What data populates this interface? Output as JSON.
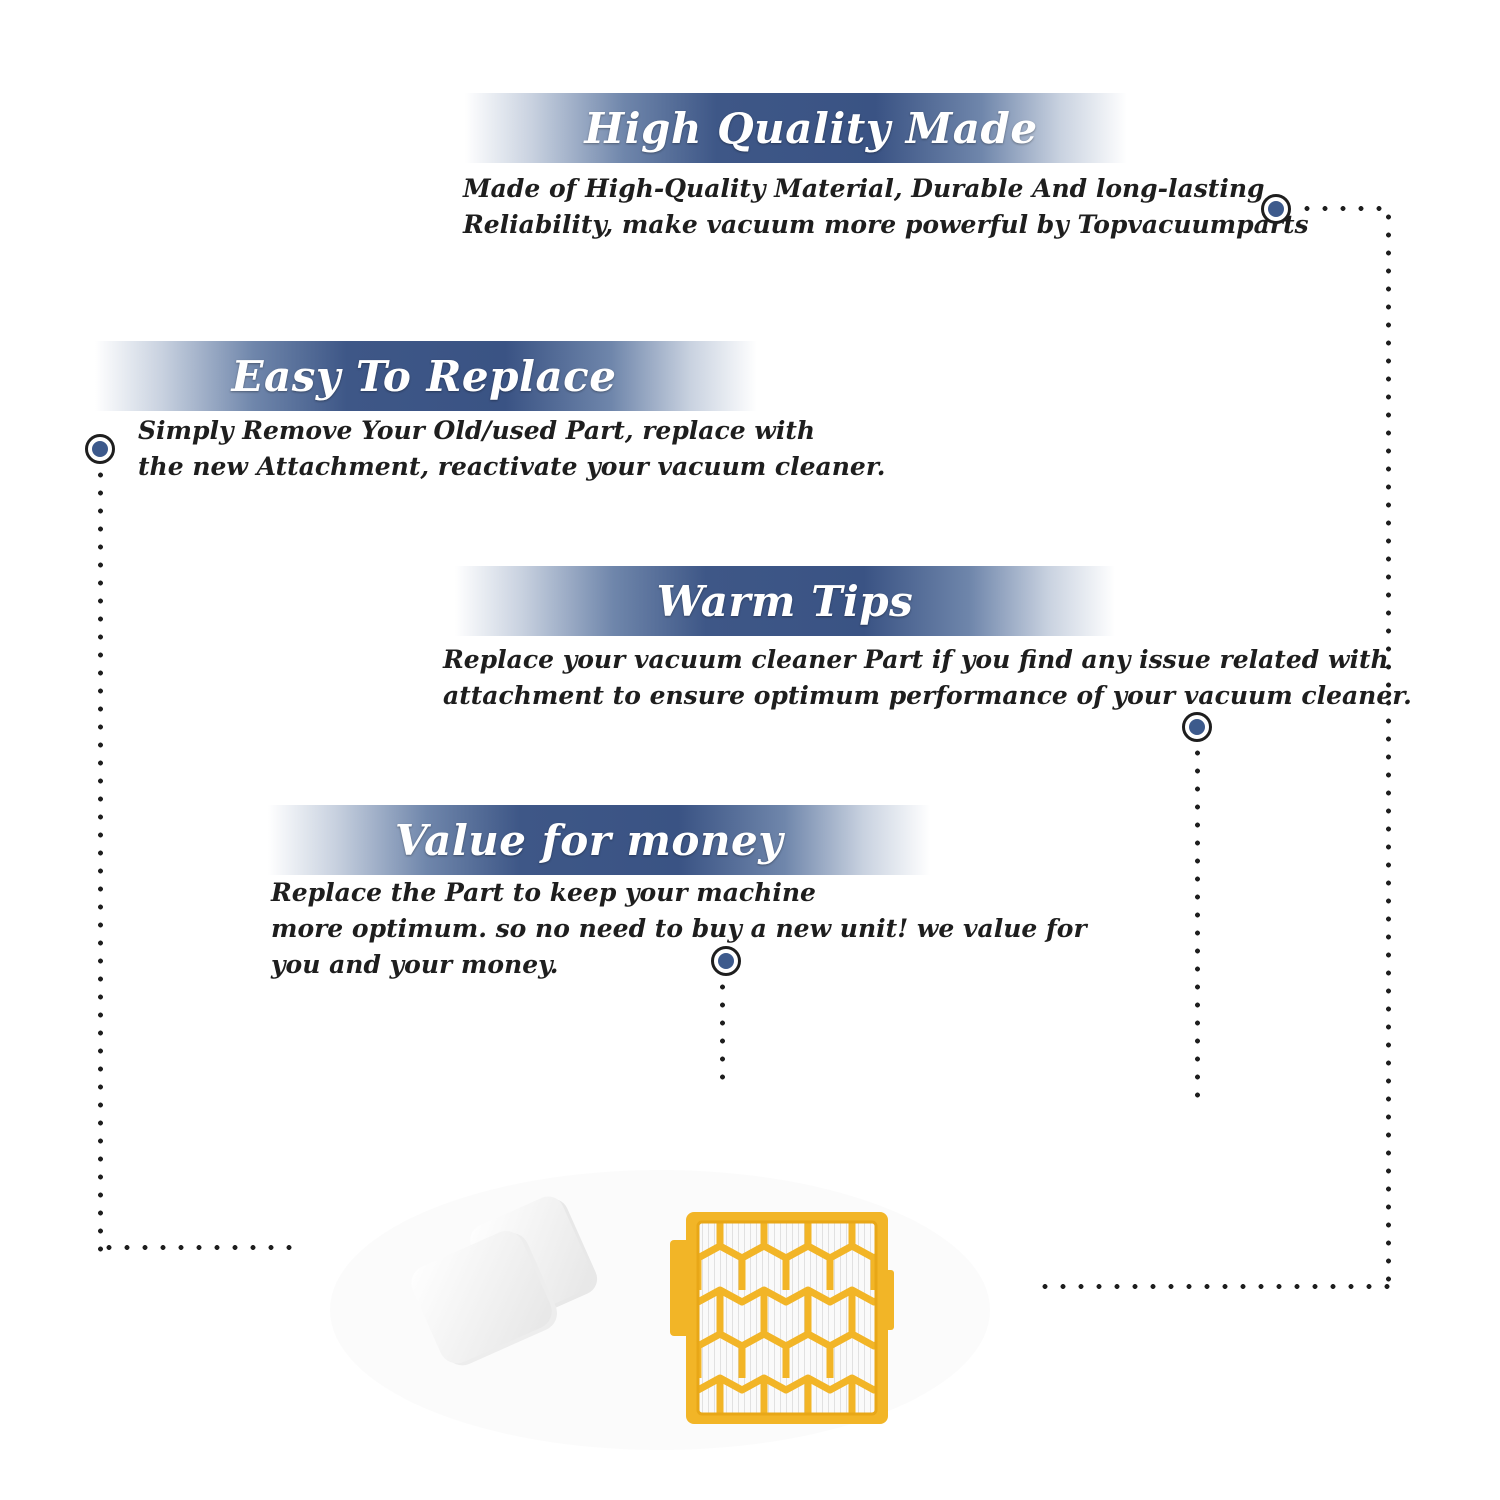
{
  "sections": [
    {
      "title": "High Quality Made",
      "lines": [
        "Made of  High-Quality Material, Durable And long-lasting",
        "Reliability, make vacuum more powerful by Topvacuumparts"
      ]
    },
    {
      "title": "Easy To Replace",
      "lines": [
        "Simply Remove Your Old/used Part, replace with",
        "the new Attachment, reactivate your vacuum cleaner."
      ]
    },
    {
      "title": "Warm Tips",
      "lines": [
        "Replace your vacuum cleaner Part if you find any issue related with",
        " attachment to ensure optimum performance of your vacuum cleaner."
      ]
    },
    {
      "title": "Value for money",
      "lines": [
        "Replace the Part to keep your machine",
        "more optimum. so no need to buy a new unit! we value for",
        "you and your money."
      ]
    }
  ],
  "colors": {
    "banner_blue": "#3e5787",
    "marker_fill": "#3d5a8c",
    "filter_frame": "#f2b527",
    "foam": "#f2f2f2"
  },
  "icons": [
    "marker-icon",
    "foam-pads-image",
    "hepa-filter-image"
  ]
}
